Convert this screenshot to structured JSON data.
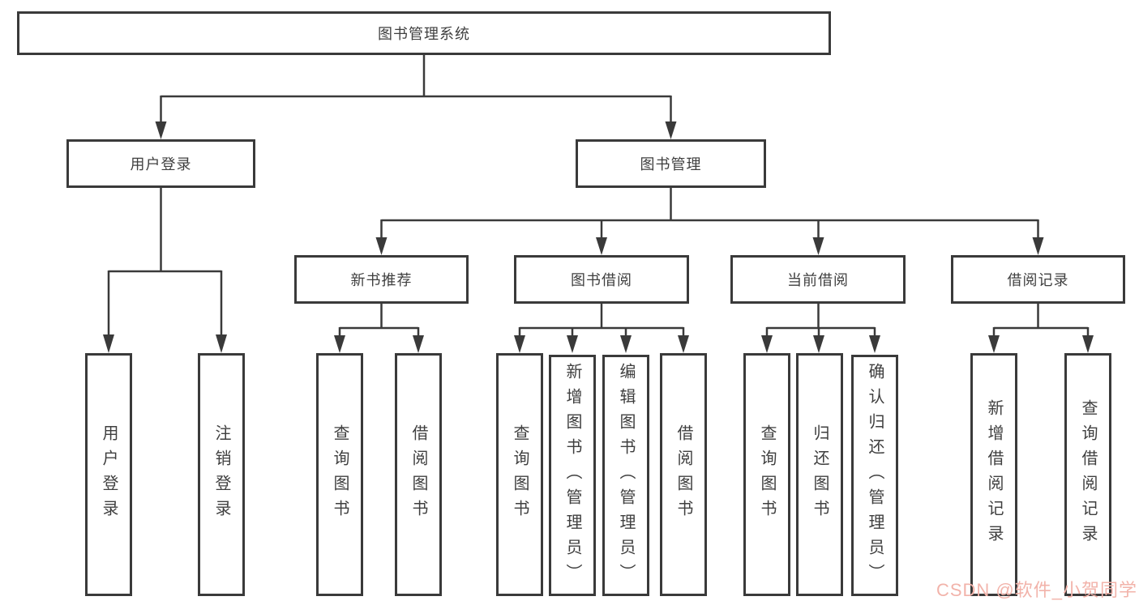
{
  "diagram": {
    "root": {
      "label": "图书管理系统"
    },
    "level2": [
      {
        "label": "用户登录"
      },
      {
        "label": "图书管理"
      }
    ],
    "level3": [
      {
        "label": "新书推荐"
      },
      {
        "label": "图书借阅"
      },
      {
        "label": "当前借阅"
      },
      {
        "label": "借阅记录"
      }
    ],
    "leaves": {
      "user_login": [
        "用户登录",
        "注销登录"
      ],
      "new_book": [
        "查询图书",
        "借阅图书"
      ],
      "book_borrow": [
        "查询图书",
        "新增图书（管理员）",
        "编辑图书（管理员）",
        "借阅图书"
      ],
      "current_borrow": [
        "查询图书",
        "归还图书",
        "确认归还（管理员）"
      ],
      "borrow_record": [
        "新增借阅记录",
        "查询借阅记录"
      ]
    }
  },
  "watermark": {
    "text": "CSDN @软件_小贺同学"
  },
  "colors": {
    "line": "#3a3a3a",
    "text": "#3f3f3f",
    "watermark": "#f2b3aa"
  }
}
